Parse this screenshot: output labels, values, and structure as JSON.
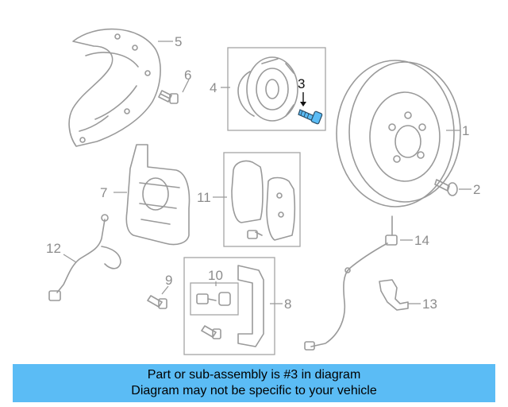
{
  "diagram": {
    "highlighted_part": "3",
    "callouts": {
      "p1": "1",
      "p2": "2",
      "p3": "3",
      "p4": "4",
      "p5": "5",
      "p6": "6",
      "p7": "7",
      "p8": "8",
      "p9": "9",
      "p10": "10",
      "p11": "11",
      "p12": "12",
      "p13": "13",
      "p14": "14"
    }
  },
  "banner": {
    "line1": "Part or sub-assembly is #3 in diagram",
    "line2": "Diagram may not be specific to your vehicle",
    "bg_color": "#5bbcf5"
  },
  "colors": {
    "line_art": "#9a9a9a",
    "highlight": "#5bbcf5"
  }
}
